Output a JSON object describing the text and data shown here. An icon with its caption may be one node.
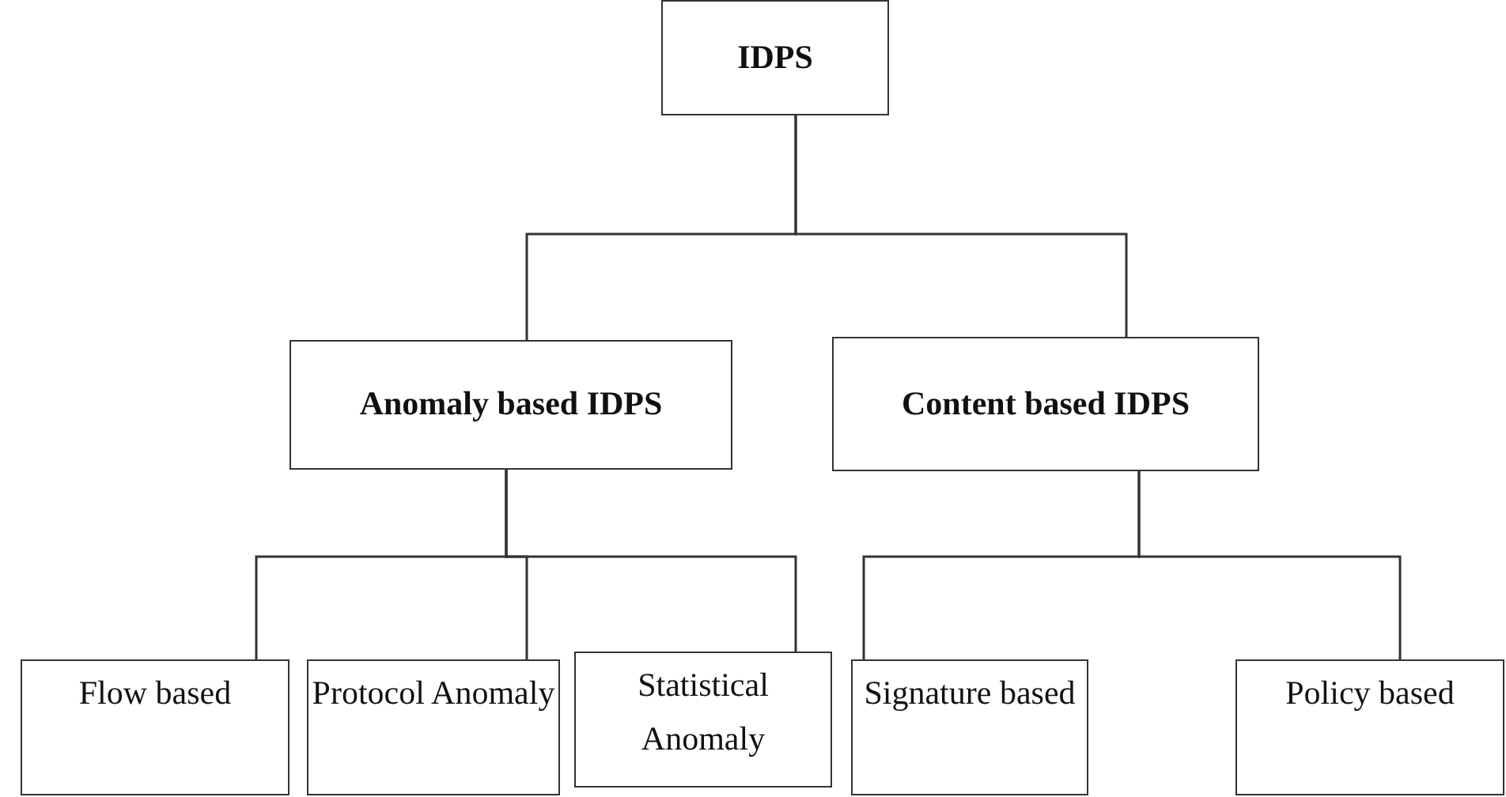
{
  "diagram": {
    "nodes": [
      {
        "text": [
          "IDPS"
        ]
      },
      {
        "text": [
          "Anomaly based IDPS"
        ]
      },
      {
        "text": [
          "Content based IDPS"
        ]
      },
      {
        "text": [
          "Flow based"
        ]
      },
      {
        "text": [
          "Protocol Anomaly"
        ]
      },
      {
        "text": [
          "Statistical Anomaly"
        ]
      },
      {
        "text": [
          "Signature based"
        ]
      },
      {
        "text": [
          "Policy based"
        ]
      }
    ],
    "edges": [
      {
        "from": 0,
        "to": 1,
        "arrow": "none"
      },
      {
        "from": 0,
        "to": 2,
        "arrow": "none"
      },
      {
        "from": 1,
        "to": 3,
        "arrow": "none"
      },
      {
        "from": 1,
        "to": 4,
        "arrow": "none"
      },
      {
        "from": 1,
        "to": 5,
        "arrow": "none"
      },
      {
        "from": 2,
        "to": 6,
        "arrow": "none"
      },
      {
        "from": 2,
        "to": 7,
        "arrow": "none"
      }
    ]
  }
}
